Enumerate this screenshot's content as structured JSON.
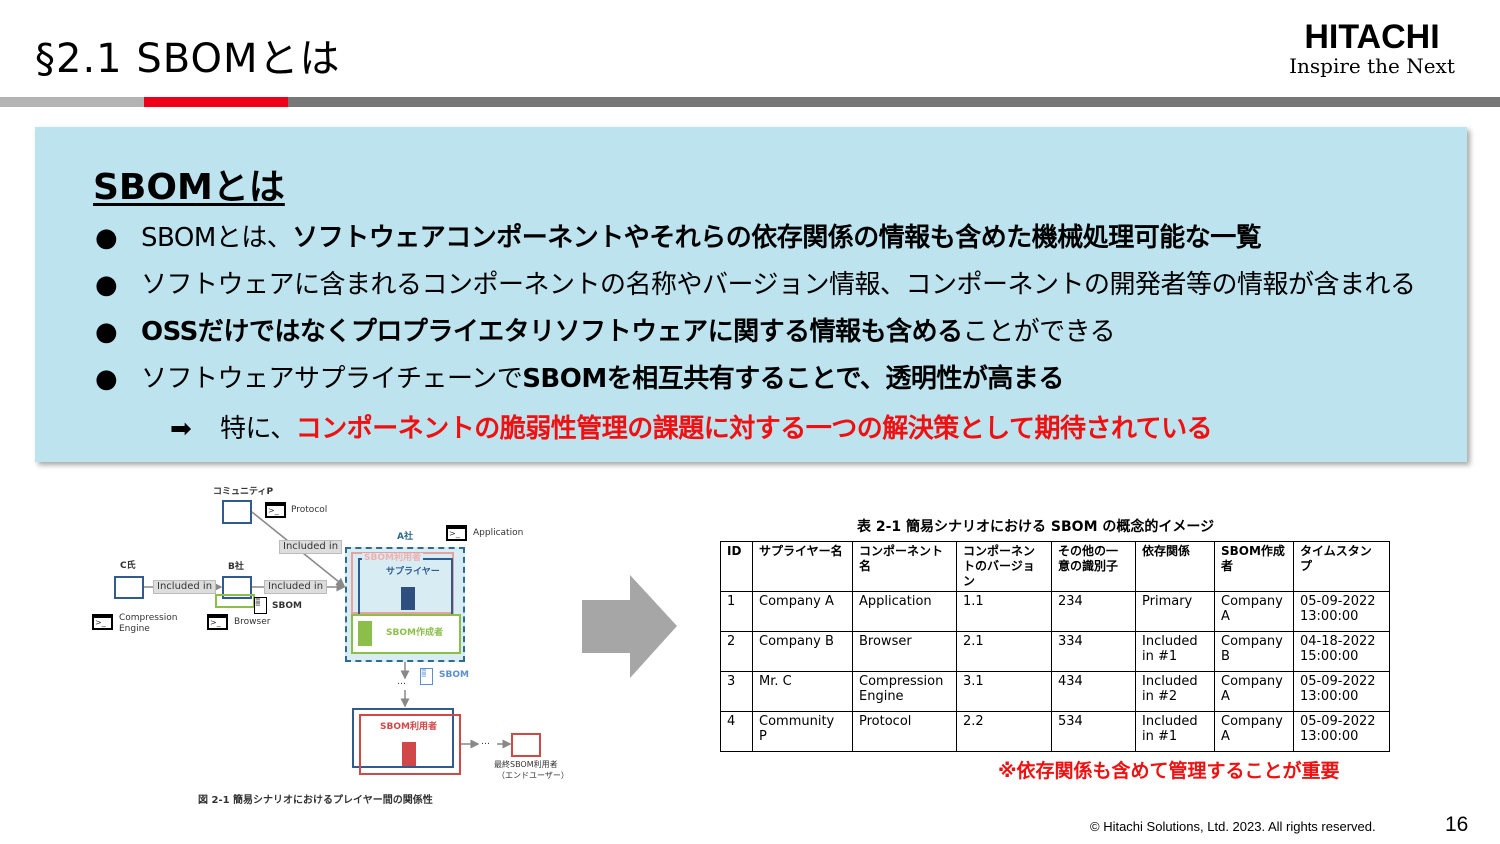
{
  "header": {
    "title": "§2.1 SBOMとは",
    "logo_main": "HITACHI",
    "logo_tagline": "Inspire the Next"
  },
  "colors": {
    "accent_red": "#f01010",
    "box_bg": "#bde3ef"
  },
  "summary": {
    "title": "SBOMとは",
    "bullets": [
      {
        "marker": "●",
        "segments": [
          {
            "text": "SBOMとは、",
            "style": "normal"
          },
          {
            "text": "ソフトウェアコンポーネントやそれらの依存関係の情報も含めた機械処理可能な一覧",
            "style": "bold"
          }
        ]
      },
      {
        "marker": "●",
        "segments": [
          {
            "text": "ソフトウェアに含まれるコンポーネントの名称やバージョン情報、コンポーネントの開発者等の情報が含まれる",
            "style": "normal"
          }
        ]
      },
      {
        "marker": "●",
        "segments": [
          {
            "text": "OSSだけではなくプロプライエタリソフトウェアに関する情報も含める",
            "style": "bold"
          },
          {
            "text": "ことができる",
            "style": "normal"
          }
        ]
      },
      {
        "marker": "●",
        "segments": [
          {
            "text": "ソフトウェアサプライチェーンで",
            "style": "normal"
          },
          {
            "text": "SBOMを相互共有することで、透明性が高まる",
            "style": "bold"
          }
        ]
      }
    ],
    "conclusion": {
      "arrow": "➡",
      "prefix": "特に、",
      "highlight": "コンポーネントの脆弱性管理の課題に対する一つの解決策として期待されている"
    }
  },
  "diagram": {
    "community": "コミュニティP",
    "protocol": "Protocol",
    "included_in": "Included in",
    "company_a": "A社",
    "application": "Application",
    "mr_c": "C氏",
    "company_b": "B社",
    "sbom": "SBOM",
    "compression": "Compression Engine",
    "browser": "Browser",
    "sbom_user": "SBOM利用者",
    "supplier": "サプライヤー",
    "sbom_creator": "SBOM作成者",
    "dots": "…",
    "end_user": "最終SBOM利用者",
    "end_user_sub": "（エンドユーザー）",
    "caption": "図 2-1 簡易シナリオにおけるプレイヤー間の関係性"
  },
  "table": {
    "caption": "表 2-1 簡易シナリオにおける SBOM の概念的イメージ",
    "headers": [
      "ID",
      "サプライヤー名",
      "コンポーネント名",
      "コンポーネントのバージョン",
      "その他の一意の識別子",
      "依存関係",
      "SBOM作成者",
      "タイムスタンプ"
    ],
    "rows": [
      [
        "1",
        "Company A",
        "Application",
        "1.1",
        "234",
        "Primary",
        "Company A",
        "05-09-2022 13:00:00"
      ],
      [
        "2",
        "Company B",
        "Browser",
        "2.1",
        "334",
        "Included in #1",
        "Company B",
        "04-18-2022 15:00:00"
      ],
      [
        "3",
        "Mr. C",
        "Compression Engine",
        "3.1",
        "434",
        "Included in #2",
        "Company A",
        "05-09-2022 13:00:00"
      ],
      [
        "4",
        "Community P",
        "Protocol",
        "2.2",
        "534",
        "Included in #1",
        "Company A",
        "05-09-2022 13:00:00"
      ]
    ],
    "note": "※依存関係も含めて管理することが重要"
  },
  "footer": {
    "copyright": "© Hitachi Solutions, Ltd. 2023. All rights reserved.",
    "page": "16"
  }
}
